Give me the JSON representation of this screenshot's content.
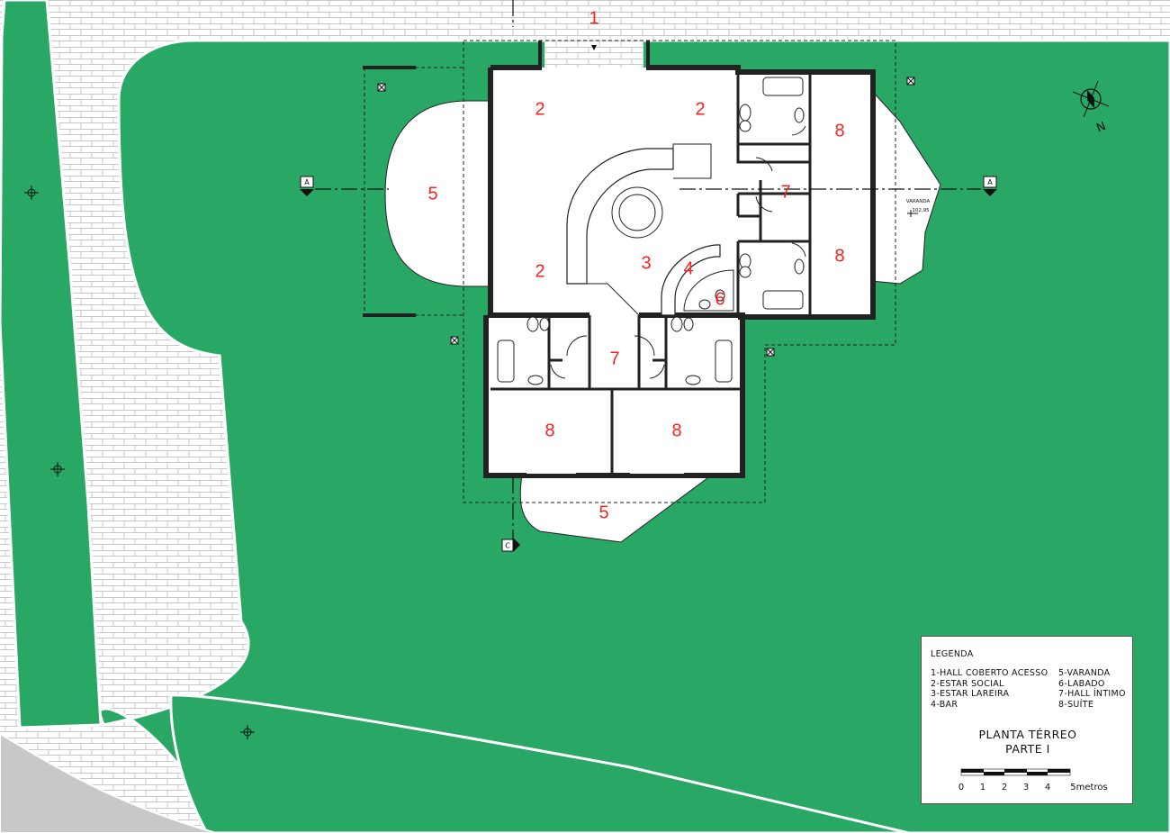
{
  "colors": {
    "grass": "#29a765",
    "paving": "#ffffff",
    "paving_lines": "#c8c8c8",
    "room_numbers": "#ff2020",
    "walls": "#222222",
    "grey_corner": "#c8c8c8"
  },
  "rooms": {
    "hall": "1",
    "estar_social_a": "2",
    "estar_social_b": "2",
    "estar_social_c": "2",
    "estar_lareira": "3",
    "bar": "4",
    "varanda_west": "5",
    "varanda_south": "5",
    "lavabo": "6",
    "hall_intimo_east": "7",
    "hall_intimo_south": "7",
    "suite_ne": "8",
    "suite_e": "8",
    "suite_sw": "8",
    "suite_se": "8"
  },
  "section_marks": {
    "a_west": "A",
    "a_east": "A",
    "c_south": "C"
  },
  "annotations": {
    "varanda_label": "VARANDA",
    "varanda_level": "102,95",
    "north": "N"
  },
  "legend": {
    "title": "LEGENDA",
    "items_left": [
      "1-HALL COBERTO ACESSO",
      "2-ESTAR SOCIAL",
      "3-ESTAR LAREIRA",
      "4-BAR"
    ],
    "items_right": [
      "5-VARANDA",
      "6-LABADO",
      "7-HALL ÍNTIMO",
      "8-SUÍTE"
    ],
    "plan_title_line1": "PLANTA TÉRREO",
    "plan_title_line2": "PARTE I",
    "scale_labels": [
      "0",
      "1",
      "2",
      "3",
      "4",
      "5metros"
    ]
  },
  "icons": {
    "north_arrow": "compass-north-icon",
    "tree": "tree-crosshair-icon"
  }
}
